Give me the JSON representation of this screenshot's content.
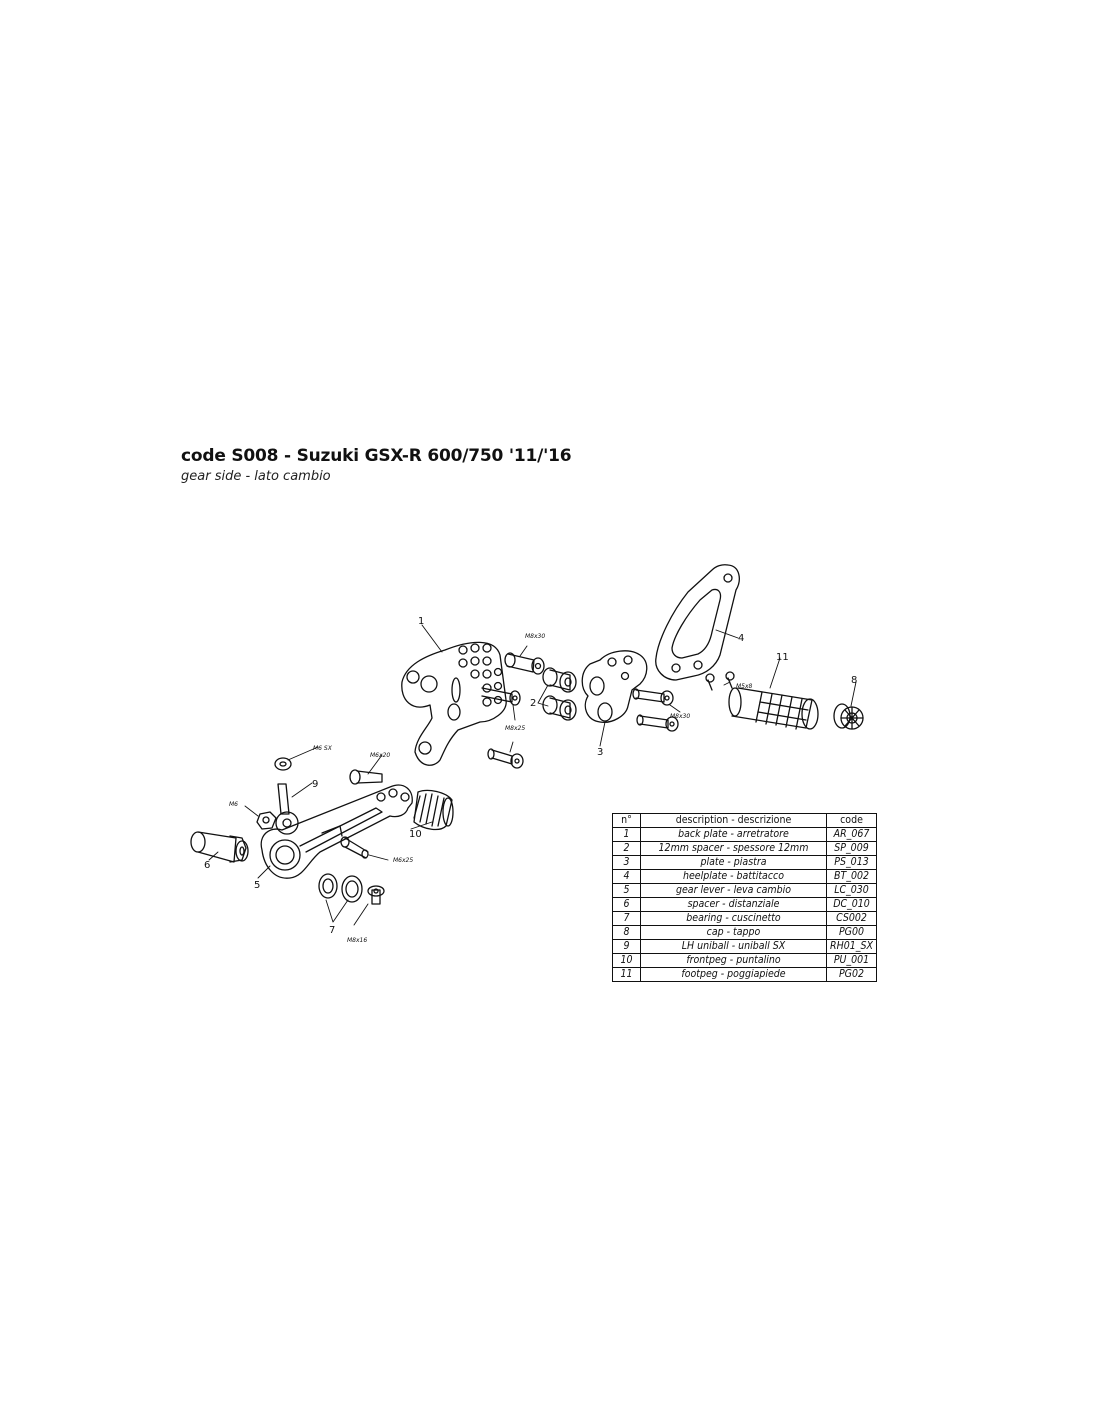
{
  "header": {
    "title": "code S008 - Suzuki GSX-R 600/750 '11/'16",
    "subtitle": "gear side - lato cambio"
  },
  "diagram": {
    "part_labels": [
      "1",
      "2",
      "3",
      "4",
      "5",
      "6",
      "7",
      "8",
      "9",
      "10",
      "11"
    ],
    "bolt_labels": [
      "M8x30",
      "M8x25",
      "M8x30",
      "M5x8",
      "M6 SX",
      "M6x20",
      "M6",
      "M6x25",
      "M8x16"
    ]
  },
  "table": {
    "headers": [
      "n°",
      "description - descrizione",
      "code"
    ],
    "rows": [
      [
        "1",
        "back plate - arretratore",
        "AR_067"
      ],
      [
        "2",
        "12mm spacer - spessore 12mm",
        "SP_009"
      ],
      [
        "3",
        "plate - piastra",
        "PS_013"
      ],
      [
        "4",
        "heelplate - battitacco",
        "BT_002"
      ],
      [
        "5",
        "gear lever - leva cambio",
        "LC_030"
      ],
      [
        "6",
        "spacer - distanziale",
        "DC_010"
      ],
      [
        "7",
        "bearing - cuscinetto",
        "CS002"
      ],
      [
        "8",
        "cap - tappo",
        "PG00"
      ],
      [
        "9",
        "LH uniball - uniball SX",
        "RH01_SX"
      ],
      [
        "10",
        "frontpeg - puntalino",
        "PU_001"
      ],
      [
        "11",
        "footpeg - poggiapiede",
        "PG02"
      ]
    ]
  }
}
